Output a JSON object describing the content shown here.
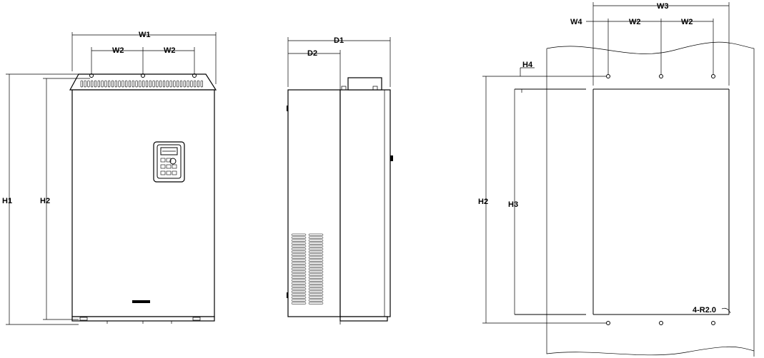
{
  "front_view": {
    "labels": {
      "w1": "W1",
      "w2_left": "W2",
      "w2_right": "W2",
      "h1": "H1",
      "h2": "H2"
    }
  },
  "side_view": {
    "labels": {
      "d1": "D1",
      "d2": "D2"
    }
  },
  "mounting_view": {
    "labels": {
      "w3": "W3",
      "w4": "W4",
      "w2_left": "W2",
      "w2_right": "W2",
      "h4": "H4",
      "h2": "H2",
      "h3": "H3",
      "hole_note": "4-R2.0"
    }
  }
}
